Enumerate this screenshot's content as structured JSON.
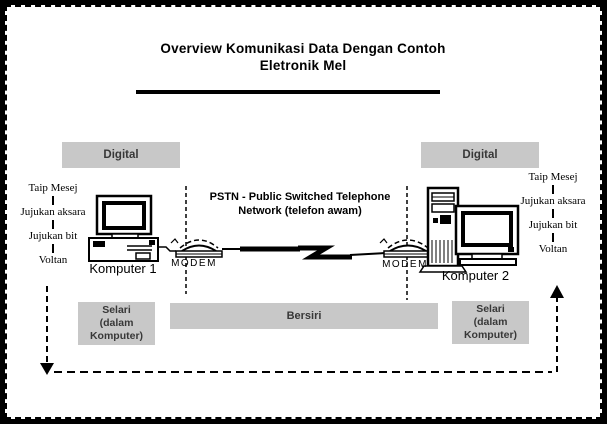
{
  "title": {
    "line1": "Overview Komunikasi Data Dengan Contoh",
    "line2": "Eletronik Mel"
  },
  "top_labels": {
    "digital_left": "Digital",
    "digital_right": "Digital"
  },
  "signal_stages": {
    "left": [
      "Taip Mesej",
      "Jujukan aksara",
      "Jujukan bit",
      "Voltan"
    ],
    "right": [
      "Taip Mesej",
      "Jujukan aksara",
      "Jujukan bit",
      "Voltan"
    ]
  },
  "devices": {
    "computer1_label": "Komputer 1",
    "computer2_label": "Komputer 2",
    "modem_left_label": "MODEM",
    "modem_right_label": "MODEM"
  },
  "network": {
    "pstn_line1": "PSTN - Public Switched Telephone",
    "pstn_line2": "Network (telefon awam)"
  },
  "transmission_modes": {
    "selari_left": "Selari\n(dalam\nKomputer)",
    "bersiri": "Bersiri",
    "selari_right": "Selari\n(dalam\nKomputer)"
  },
  "colors": {
    "box_gray": "#c8c8c8",
    "ink": "#000000"
  }
}
